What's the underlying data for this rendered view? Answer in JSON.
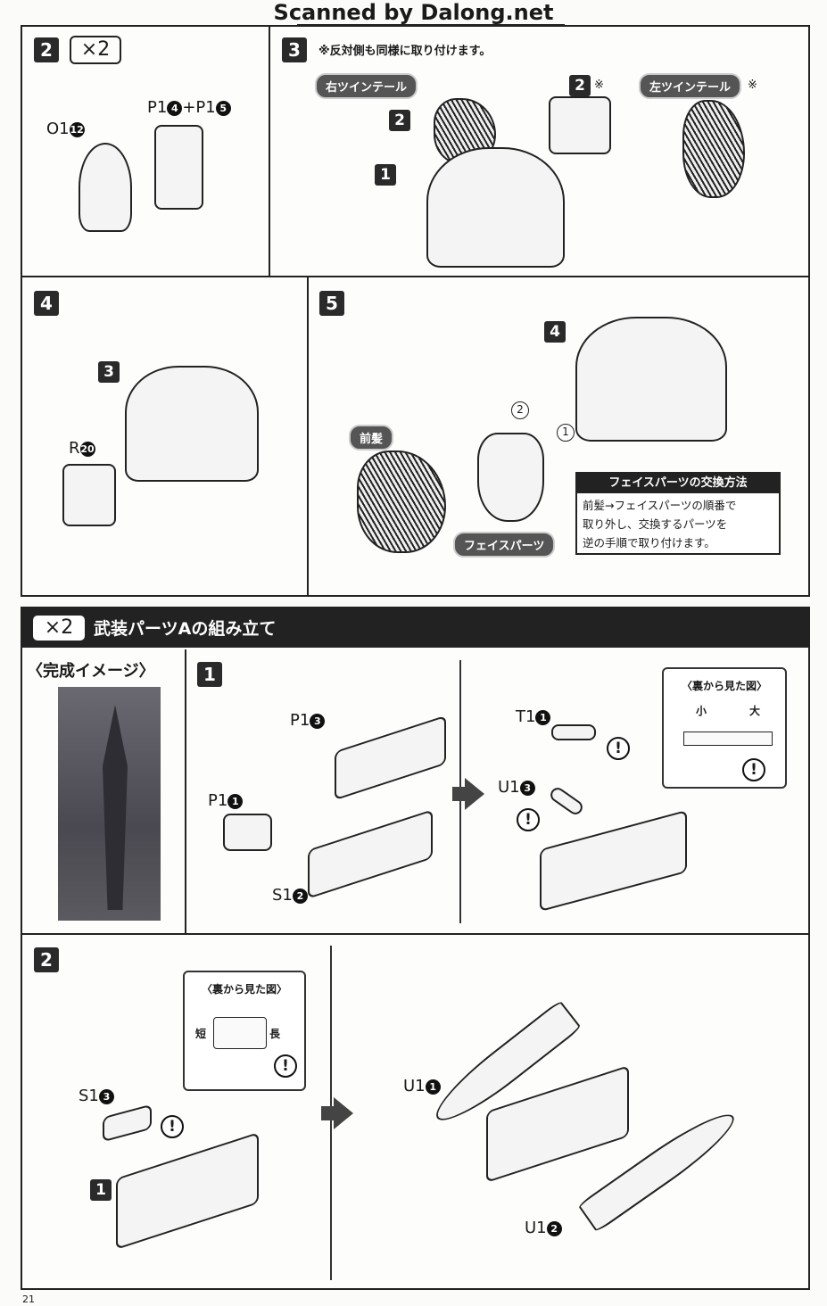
{
  "watermark": "Scanned by Dalong.net",
  "top": {
    "step2": {
      "number": "2",
      "multiplier": "×2",
      "labels": {
        "o1": "O1",
        "o1_num": "12",
        "p1a": "P1",
        "p1a_num": "4",
        "plus": "+",
        "p1b": "P1",
        "p1b_num": "5"
      }
    },
    "step3": {
      "number": "3",
      "note": "※反対側も同様に取り付けます。",
      "right_twintail": "右ツインテール",
      "left_twintail": "左ツインテール",
      "ref2": "2",
      "ref2_mark": "※",
      "ref1": "1",
      "ref_left_mark": "※",
      "ref2b": "2"
    }
  },
  "middle": {
    "step4": {
      "number": "4",
      "ref": "3",
      "r_label": "R",
      "r_num": "20"
    },
    "step5": {
      "number": "5",
      "ref": "4",
      "bangs": "前髪",
      "face_parts": "フェイスパーツ",
      "order1": "1",
      "order2": "2",
      "info_title": "フェイスパーツの交換方法",
      "info_lines": [
        "前髪→フェイスパーツの順番で",
        "取り外し、交換するパーツを",
        "逆の手順で取り付けます。"
      ]
    }
  },
  "section": {
    "multiplier": "×2",
    "title": "武装パーツAの組み立て",
    "completed_image": "〈完成イメージ〉",
    "step1": {
      "number": "1",
      "p13": "P1",
      "p13_num": "3",
      "p11": "P1",
      "p11_num": "1",
      "s12": "S1",
      "s12_num": "2",
      "t11": "T1",
      "t11_num": "1",
      "u13": "U1",
      "u13_num": "3",
      "excl": "!",
      "inset_title": "〈裏から見た図〉",
      "small": "小",
      "large": "大"
    },
    "step2": {
      "number": "2",
      "inset_title": "〈裏から見た図〉",
      "short": "短",
      "long": "長",
      "s13": "S1",
      "s13_num": "3",
      "ref1": "1",
      "u11": "U1",
      "u11_num": "1",
      "u12": "U1",
      "u12_num": "2",
      "excl": "!"
    }
  },
  "page_number": "21"
}
